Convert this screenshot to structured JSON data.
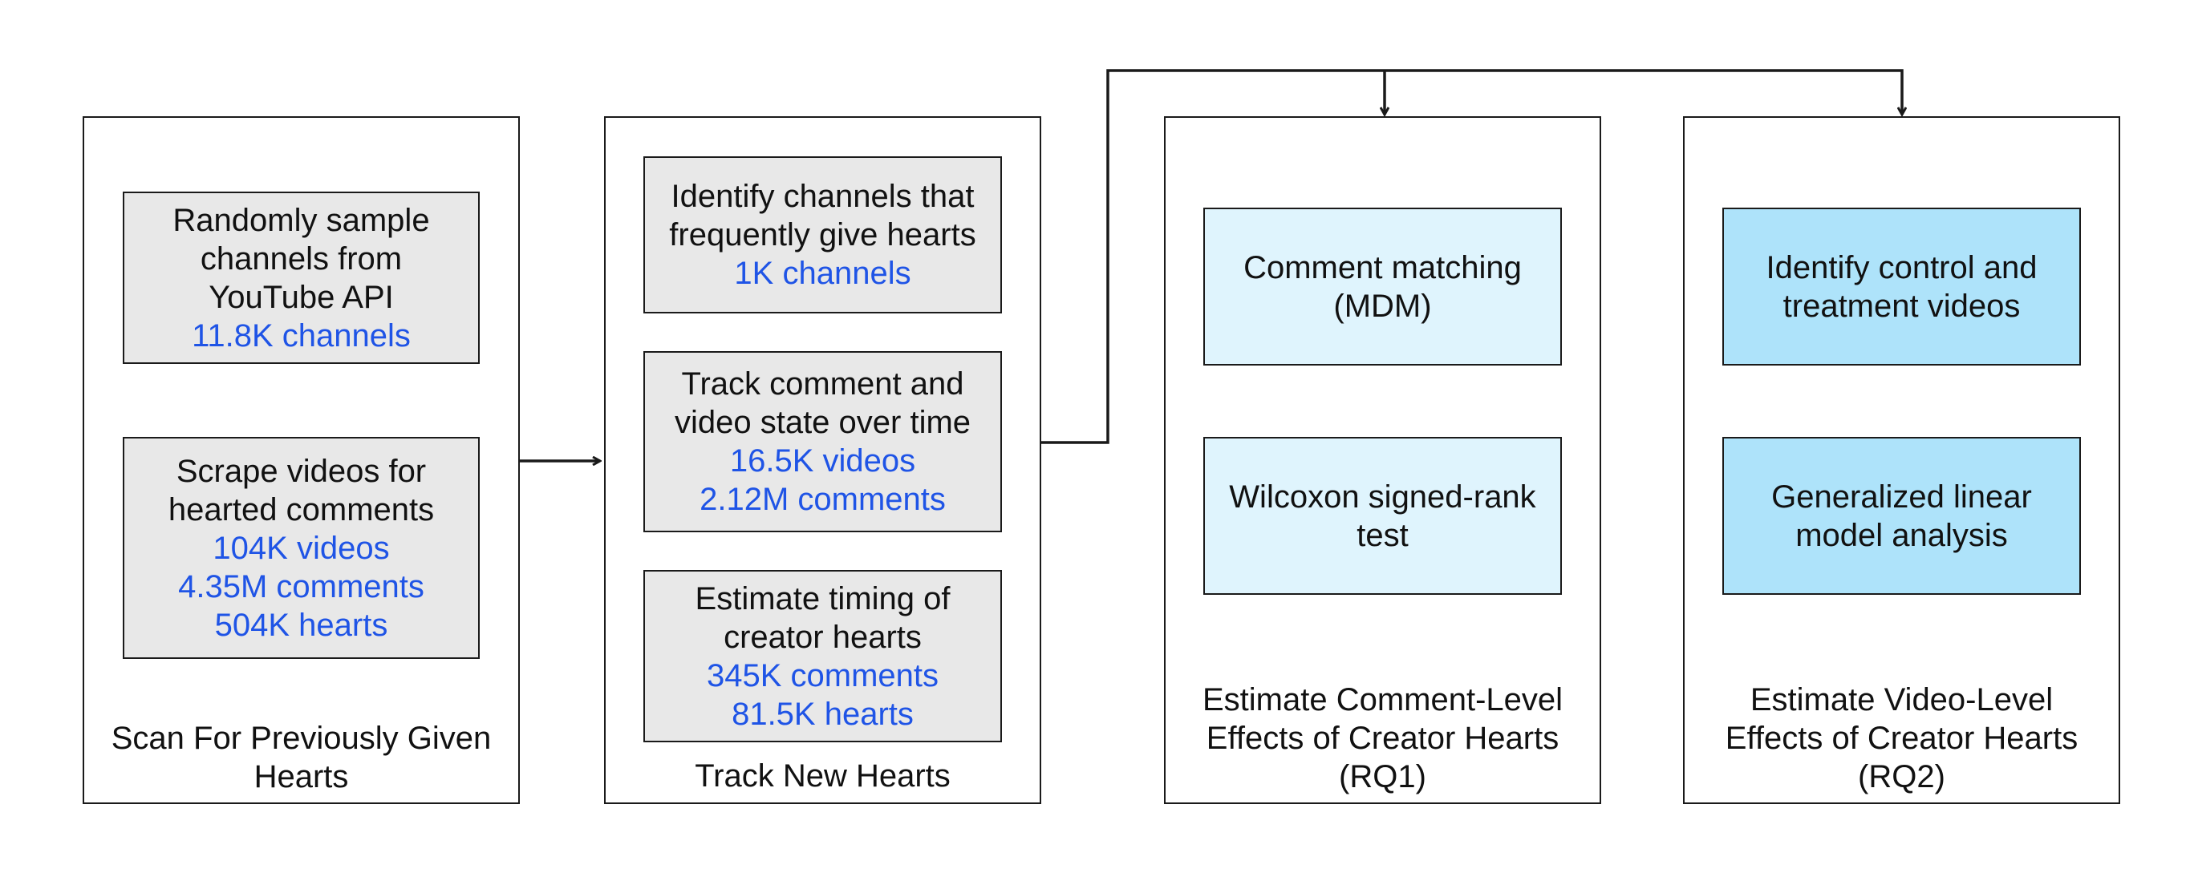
{
  "colors": {
    "stat_text": "#1f54e6",
    "gray_box": "#e8e8e8",
    "light_blue_box": "#dff4fd",
    "blue_box": "#aee3fa",
    "border": "#1a1a1a"
  },
  "panels": [
    {
      "title_lines": [
        "Scan For Previously Given",
        "Hearts"
      ],
      "boxes": [
        {
          "lines": [
            "Randomly sample",
            "channels from",
            "YouTube API"
          ],
          "stats": [
            "11.8K channels"
          ]
        },
        {
          "lines": [
            "Scrape videos for",
            "hearted comments"
          ],
          "stats": [
            "104K videos",
            "4.35M comments",
            "504K hearts"
          ]
        }
      ]
    },
    {
      "title_lines": [
        "Track New Hearts"
      ],
      "boxes": [
        {
          "lines": [
            "Identify channels that",
            "frequently give hearts"
          ],
          "stats": [
            "1K channels"
          ]
        },
        {
          "lines": [
            "Track comment and",
            "video state over time"
          ],
          "stats": [
            "16.5K videos",
            "2.12M comments"
          ]
        },
        {
          "lines": [
            "Estimate timing of",
            "creator hearts"
          ],
          "stats": [
            "345K comments",
            "81.5K hearts"
          ]
        }
      ]
    },
    {
      "title_lines": [
        "Estimate Comment-Level",
        "Effects of Creator Hearts",
        "(RQ1)"
      ],
      "boxes": [
        {
          "lines": [
            "Comment matching",
            "(MDM)"
          ],
          "stats": []
        },
        {
          "lines": [
            "Wilcoxon signed-rank",
            "test"
          ],
          "stats": []
        }
      ]
    },
    {
      "title_lines": [
        "Estimate Video-Level",
        "Effects of Creator Hearts",
        "(RQ2)"
      ],
      "boxes": [
        {
          "lines": [
            "Identify control and",
            "treatment videos"
          ],
          "stats": []
        },
        {
          "lines": [
            "Generalized linear",
            "model analysis"
          ],
          "stats": []
        }
      ]
    }
  ]
}
